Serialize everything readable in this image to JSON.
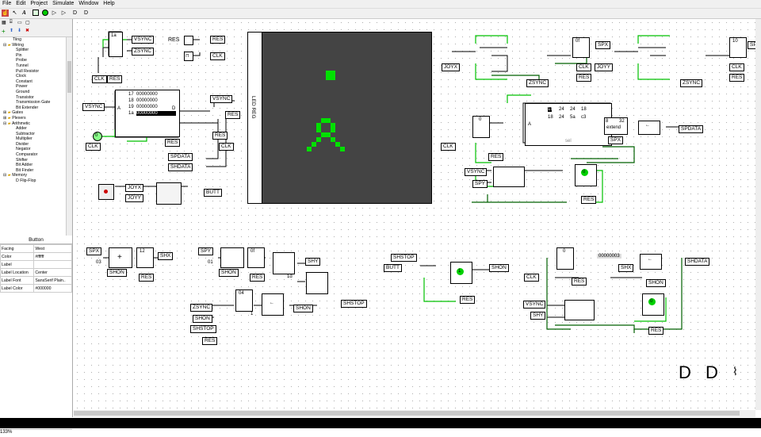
{
  "menu": [
    "File",
    "Edit",
    "Project",
    "Simulate",
    "Window",
    "Help"
  ],
  "tree": [
    "Tiing",
    "Wiring",
    "Splitter",
    "Pin",
    "Probe",
    "Tunnel",
    "Pull Resistor",
    "Clock",
    "Constant",
    "Power",
    "Ground",
    "Transistor",
    "Transmission Gate",
    "Bit Extender",
    "Gates",
    "Plexers",
    "Arithmetic",
    "Adder",
    "Subtractor",
    "Multiplier",
    "Divider",
    "Negator",
    "Comparator",
    "Shifter",
    "Bit Adder",
    "Bit Finder",
    "Memory",
    "D Flip-Flop"
  ],
  "props": {
    "title": "Button",
    "rows": [
      {
        "k": "Facing",
        "v": "West"
      },
      {
        "k": "Color",
        "v": "#ffffff"
      },
      {
        "k": "Label",
        "v": ""
      },
      {
        "k": "Label Location",
        "v": "Center"
      },
      {
        "k": "Label Font",
        "v": "SansSerif Plain.."
      },
      {
        "k": "Label Color",
        "v": "#000000"
      }
    ]
  },
  "zoom": "133%",
  "labels": {
    "vsync": "VSYNC",
    "zsync": "ZSYNC",
    "clk": "CLK",
    "res": "RES",
    "sp_data": "SPDATA",
    "sh_data": "SHDATA",
    "joyx": "JOYX",
    "joyy": "JOYY",
    "butt": "BUTT",
    "spx": "SPX",
    "spy": "SPY",
    "shx": "SHX",
    "shy": "SHY",
    "shon": "SHON",
    "shstop": "SHSTOP",
    "ledreg": "LED REG"
  },
  "values": {
    "rom_rows": [
      {
        "a": "17",
        "v": "00000000"
      },
      {
        "a": "18",
        "v": "00000000"
      },
      {
        "a": "19",
        "v": "00000000"
      },
      {
        "a": "1a",
        "v": "00000000"
      }
    ],
    "ram_vals": [
      "1f",
      "24",
      "24",
      "18",
      "18",
      "24",
      "5a",
      "c3"
    ],
    "ctr_1a": "1a",
    "c0f": "0f",
    "c10": "10",
    "c12": "12",
    "c03": "03",
    "c01": "01",
    "c1d": "1d",
    "c04": "04",
    "c0": "0",
    "c1": "1",
    "c8": "8",
    "c32": "32",
    "shdata_val": "00000003",
    "extend": "extend",
    "sel": "sel"
  }
}
